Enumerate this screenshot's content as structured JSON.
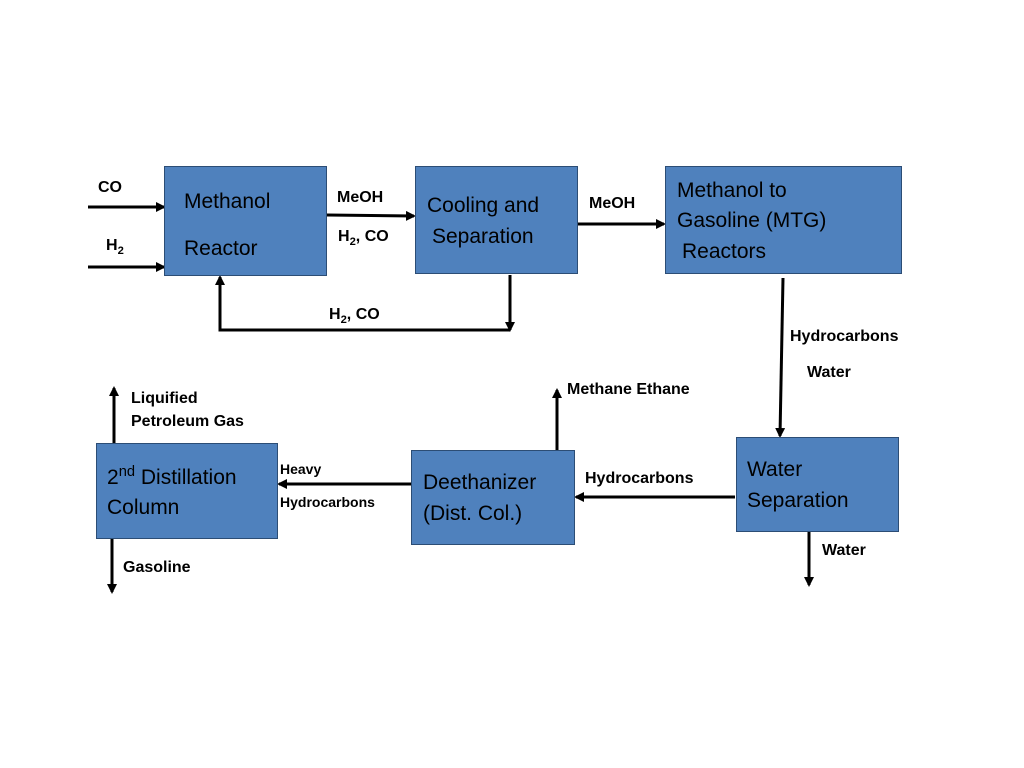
{
  "boxes": {
    "methanol_reactor": {
      "line1": "Methanol",
      "line2": "Reactor"
    },
    "cooling": {
      "line1": "Cooling and",
      "line2": "Separation"
    },
    "mtg": {
      "line1": "Methanol to",
      "line2": "Gasoline (MTG)",
      "line3": "Reactors"
    },
    "water_sep": {
      "line1": "Water",
      "line2": "Separation"
    },
    "deethanizer": {
      "line1": "Deethanizer",
      "line2": "(Dist. Col.)"
    },
    "distillation2": {
      "sup_prefix": "2",
      "sup": "nd",
      "line1_rest": " Distillation",
      "line2": "Column"
    }
  },
  "labels": {
    "co_in": "CO",
    "h2_in_base": "H",
    "h2_in_sub": "2",
    "meoh_1": "MeOH",
    "h2co_1_base": "H",
    "h2co_1_sub": "2",
    "h2co_1_rest": ", CO",
    "meoh_2": "MeOH",
    "h2co_recycle_base": "H",
    "h2co_recycle_sub": "2",
    "h2co_recycle_rest": ", CO",
    "hydrocarbons_1": "Hydrocarbons",
    "water_1": "Water",
    "methane_ethane": "Methane Ethane",
    "hydrocarbons_2": "Hydrocarbons",
    "water_out": "Water",
    "lpg_line1": "Liquified",
    "lpg_line2": "Petroleum Gas",
    "heavy": "Heavy",
    "heavy_hydrocarbons": "Hydrocarbons",
    "gasoline": "Gasoline"
  },
  "colors": {
    "box_fill": "#4f81bd",
    "box_border": "#2c4d75",
    "arrow": "#000000"
  }
}
